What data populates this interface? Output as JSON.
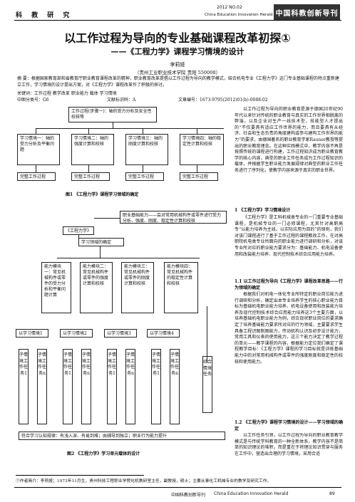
{
  "header": {
    "column": "科 教 研 究",
    "issue": "2012  NO.02",
    "journal_en": "China Education Innovation Herald",
    "brand": "中国科教创新导刊"
  },
  "article": {
    "title": "以工作过程为导向的专业基础课程改革初探①",
    "subtitle": "——《工程力学》课程学习情境的设计",
    "author": "李莉娅",
    "affiliation": "（贵州工业职业技术学院   贵阳   550008）",
    "abstract": "摘  要：根据国家教育部和省教育厅职业教育课程改革的精神，职业教育改革提倡以工作过程为导向的教学模式，结合机电专业《工程力学》这门专业基础课程的特点重新建立工作，学习情境的设计提出方案，对《工程力学》课程改革作了积极的探讨。",
    "keywords": "关键词：工作过程    教学改革    职业能力    载体    学习情境",
    "clc": "中图分类号：G6",
    "doc_code": "文献标识码：A",
    "article_no": "文章编号：1673-9795(2012)01(b)-0088-02"
  },
  "figure1": {
    "top": "工作过程(步骤一)：轴的受力分析及安全性校核等",
    "s1": "学习情境一：轴的受力分析及平衡问题",
    "s2": "学习情境二：轴的强度计算和校核",
    "s3": "学习情境三：轴的刚度计算和校核",
    "s4": "学习情境四：轴的稳定性计算和校核",
    "b1": "完整工作过程",
    "b2": "完整工作过程",
    "b3": "完整工作过程",
    "b4": "完整工作过程",
    "caption": "图1 《工程力学》课程学习领域的确定"
  },
  "figure2": {
    "goal": "职业基础能力——会对常用机械构件或零件进行受力分析、强度、刚度、稳定性计算和校核",
    "course": "《工程力学》",
    "domain": "学习领域的确定",
    "m1": "能力模块一：常见机械构件或零件的受力分析和平衡问题计算",
    "m2": "能力模块二：常见机械构件或零件的强度计算和校核",
    "m3": "能力模块三：常见机械构件或零件的刚度计算和校核",
    "m4": "能力模块四：常见机械构件的稳定性计算和校核",
    "e1": "以学习情境1",
    "e2": "以学习情境2",
    "e3": "以学习情境3",
    "e4": "以学习情境4",
    "tasks": [
      "子情境工作任务1",
      "子情境工作任务n",
      "子情境工作任务1",
      "子情境工作任务n",
      "子情境工作任务1",
      "子情境工作任务n",
      "子情境工作任务1",
      "子情境工作任务n",
      "综合情境任务"
    ],
    "bottom": "符合学习认知规律：有浅入深、有易到难；由辅导到独立；职业行为能力提升",
    "caption": "图2 《工程力学》学习单元载体的设计"
  },
  "body": {
    "p1": "以工作过程为导向的职业教育是源于德国20世纪90年代以来针对传统的职业教育与真实的工作世界相脱离的弊端，以及企业对生产一线技术型、技能型人才提出的“不仅要具有适应工作世界的能力，而且要具有从经济、社会和生态负责的角度建构或参与建构工作世界的能力”的要求，由德国著名的职业教育学家Rauner教授等提出的职业教育理念。在这种实践模式中，教学内容不再是按照传统的课程进行构建，工作过程知识成为职业教育教学的核心内容，典型的职业工作任务成为工作过程知识的载体，并根据学生职业能力发展规律对典型的职业工作任务进行了序列化，使教学内容来源于真实的职业世界。",
    "s1": "1 《工程力学》学习情境设计",
    "p2": "《工程力学》是工科机械类专业的一门重要专业基础课程，是机械专业的一门必修课程，尤其针对高职高专“以能力培养为主线，以实际应用为目的”的原则，我们对该门课程进行了基于工作过程的课程教改工作，在对高职院机电类专业所面向的职业能力进行调研和分析，对该专业所对应的职业能力要求分为：基础能力、机电设备使用和改装能力培养、现代控制技术综合应用能力培养。",
    "s2": "1.1 以工作过程为导向《工程力学》课程改革思路——行为领域的确定",
    "p3": "根据我们对机电一体化专业所特定的职业岗位能力进行调研和分析，确定出本专业培养学生的核心职业能力目标为基础机电职业能力培养、机电设备使用和改装能力培养及现代控制技术综合应用能力培养这3个主要方面，以培养基础机电职业能力为例，综合现状职业岗位的要求确定了培养基础能力要求所对应的行为领域，主要要求学生具备工程识图制图能力，传动机构认识及初步设计能力，常用工具和仪表的使用能力，这三个能力决定了教学过程的单元——教学课程的内容，根据能力定位我们确定了课程教学目标：《工程力学》课程的学习目标就是训练基础能力中的对常用机械构件或零件的强度刚度和稳定性的校核和使用能力。",
    "s3": "1.2 《工程力学》课程学习情境的设计——学习领域的确定",
    "p4": "以工作任务引领，以工作过程为导向的职业教育教学模式是与传统学科教育的一种全新体系，教学内容不是简单的知识理论的堆积，而是重在于将理论知识贯穿与服务在工作中，营造出合理的学习情境，采用合适"
  },
  "footnote": "①作者简介：李莉娅；1973年11月生，贵州科技工程职业学院化机教研室主任，副教授，硕士；主要从事化工机械专业的教学及研究工作。",
  "footer": {
    "journal_cn": "中国科教创新导刊",
    "journal_en": "China Education Innovation Herald",
    "page": "89"
  }
}
